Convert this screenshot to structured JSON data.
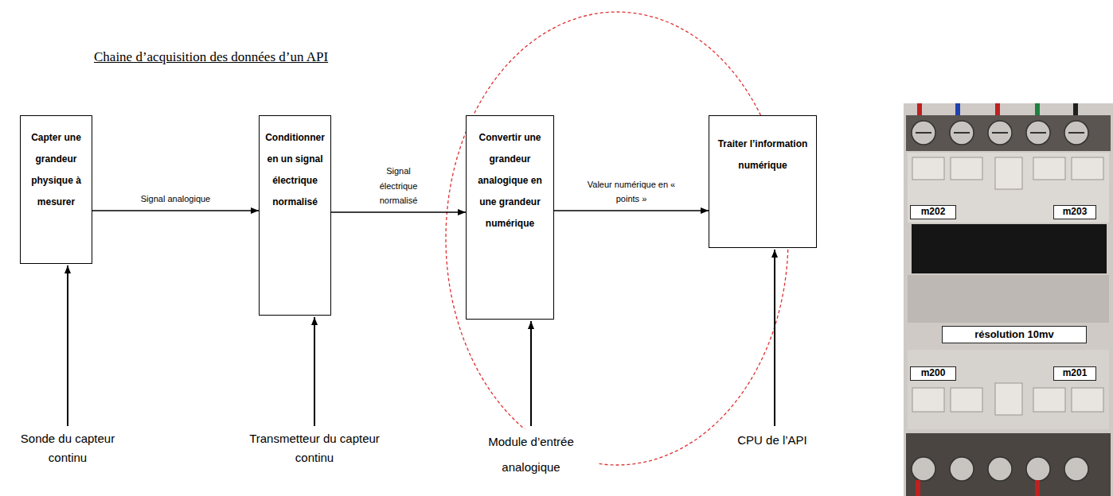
{
  "diagram": {
    "title": "Chaine d’acquisition des données d’un API",
    "nodes": [
      {
        "text": [
          "Capter une grandeur physique à mesurer"
        ]
      },
      {
        "text": [
          "Conditionner en un signal électrique normalisé"
        ]
      },
      {
        "text": [
          "Convertir une grandeur analogique en une grandeur numérique"
        ]
      },
      {
        "text": [
          "Traiter l’information numérique"
        ]
      }
    ],
    "edges": [
      {
        "from": 0,
        "to": 1,
        "arrow": "to",
        "label": "Signal analogique"
      },
      {
        "from": 1,
        "to": 2,
        "arrow": "to",
        "label": "Signal électrique normalisé"
      },
      {
        "from": 2,
        "to": 3,
        "arrow": "to",
        "label": "Valeur numérique en « points »"
      }
    ],
    "labels": [
      "Sonde du capteur continu",
      "Transmetteur du capteur continu",
      "Module d’entrée analogique",
      "CPU de l’API",
      "m202",
      "m203",
      "résolution 10mv",
      "m200",
      "m201"
    ]
  }
}
